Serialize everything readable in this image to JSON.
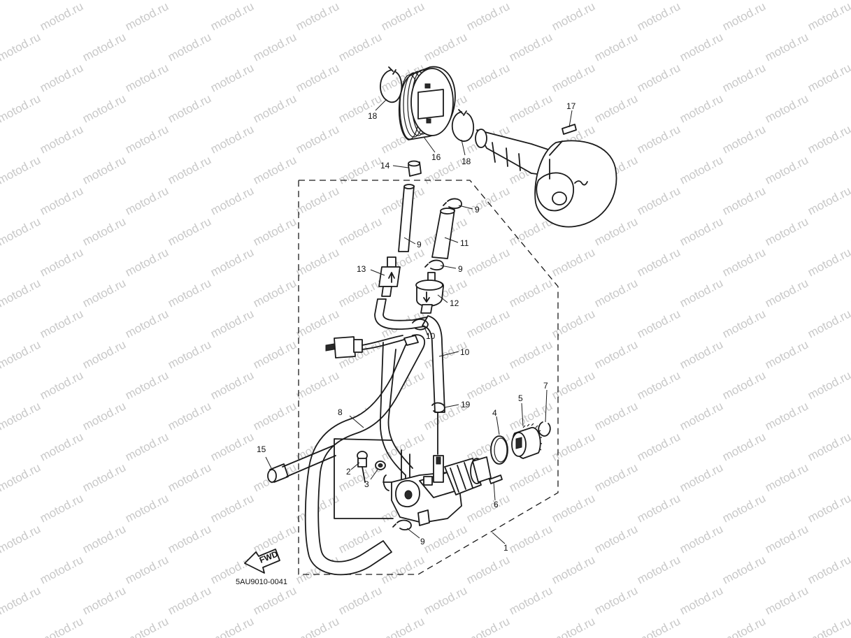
{
  "diagram": {
    "drawing_code": "5AU9010-0041",
    "fwd_label": "FWD",
    "watermark_text": "motod.ru",
    "callouts": [
      {
        "id": "c1",
        "text": "1"
      },
      {
        "id": "c2",
        "text": "2"
      },
      {
        "id": "c3",
        "text": "3"
      },
      {
        "id": "c4",
        "text": "4"
      },
      {
        "id": "c5",
        "text": "5"
      },
      {
        "id": "c6",
        "text": "6"
      },
      {
        "id": "c7",
        "text": "7"
      },
      {
        "id": "c8",
        "text": "8"
      },
      {
        "id": "c9a",
        "text": "9"
      },
      {
        "id": "c9b",
        "text": "9"
      },
      {
        "id": "c9c",
        "text": "9"
      },
      {
        "id": "c9d",
        "text": "9"
      },
      {
        "id": "c10a",
        "text": "10"
      },
      {
        "id": "c10b",
        "text": "10"
      },
      {
        "id": "c11",
        "text": "11"
      },
      {
        "id": "c12",
        "text": "12"
      },
      {
        "id": "c13",
        "text": "13"
      },
      {
        "id": "c14",
        "text": "14"
      },
      {
        "id": "c15",
        "text": "15"
      },
      {
        "id": "c16",
        "text": "16"
      },
      {
        "id": "c17",
        "text": "17"
      },
      {
        "id": "c18a",
        "text": "18"
      },
      {
        "id": "c18b",
        "text": "18"
      },
      {
        "id": "c19",
        "text": "19"
      }
    ]
  }
}
